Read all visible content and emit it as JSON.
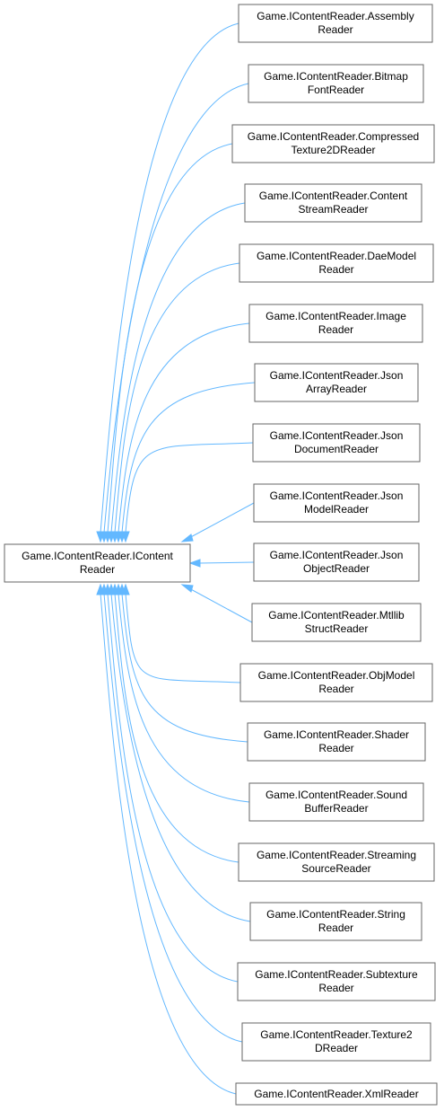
{
  "base": {
    "line1": "Game.IContentReader.IContent",
    "line2": "Reader"
  },
  "derived": [
    {
      "line1": "Game.IContentReader.Assembly",
      "line2": "Reader"
    },
    {
      "line1": "Game.IContentReader.Bitmap",
      "line2": "FontReader"
    },
    {
      "line1": "Game.IContentReader.Compressed",
      "line2": "Texture2DReader"
    },
    {
      "line1": "Game.IContentReader.Content",
      "line2": "StreamReader"
    },
    {
      "line1": "Game.IContentReader.DaeModel",
      "line2": "Reader"
    },
    {
      "line1": "Game.IContentReader.Image",
      "line2": "Reader"
    },
    {
      "line1": "Game.IContentReader.Json",
      "line2": "ArrayReader"
    },
    {
      "line1": "Game.IContentReader.Json",
      "line2": "DocumentReader"
    },
    {
      "line1": "Game.IContentReader.Json",
      "line2": "ModelReader"
    },
    {
      "line1": "Game.IContentReader.Json",
      "line2": "ObjectReader"
    },
    {
      "line1": "Game.IContentReader.Mtllib",
      "line2": "StructReader"
    },
    {
      "line1": "Game.IContentReader.ObjModel",
      "line2": "Reader"
    },
    {
      "line1": "Game.IContentReader.Shader",
      "line2": "Reader"
    },
    {
      "line1": "Game.IContentReader.Sound",
      "line2": "BufferReader"
    },
    {
      "line1": "Game.IContentReader.Streaming",
      "line2": "SourceReader"
    },
    {
      "line1": "Game.IContentReader.String",
      "line2": "Reader"
    },
    {
      "line1": "Game.IContentReader.Subtexture",
      "line2": "Reader"
    },
    {
      "line1": "Game.IContentReader.Texture2",
      "line2": "DReader"
    },
    {
      "line1": "Game.IContentReader.XmlReader",
      "line2": ""
    }
  ],
  "colors": {
    "edge": "#63b8ff",
    "node_border": "#666666",
    "node_fill": "#ffffff",
    "text": "#000000"
  }
}
